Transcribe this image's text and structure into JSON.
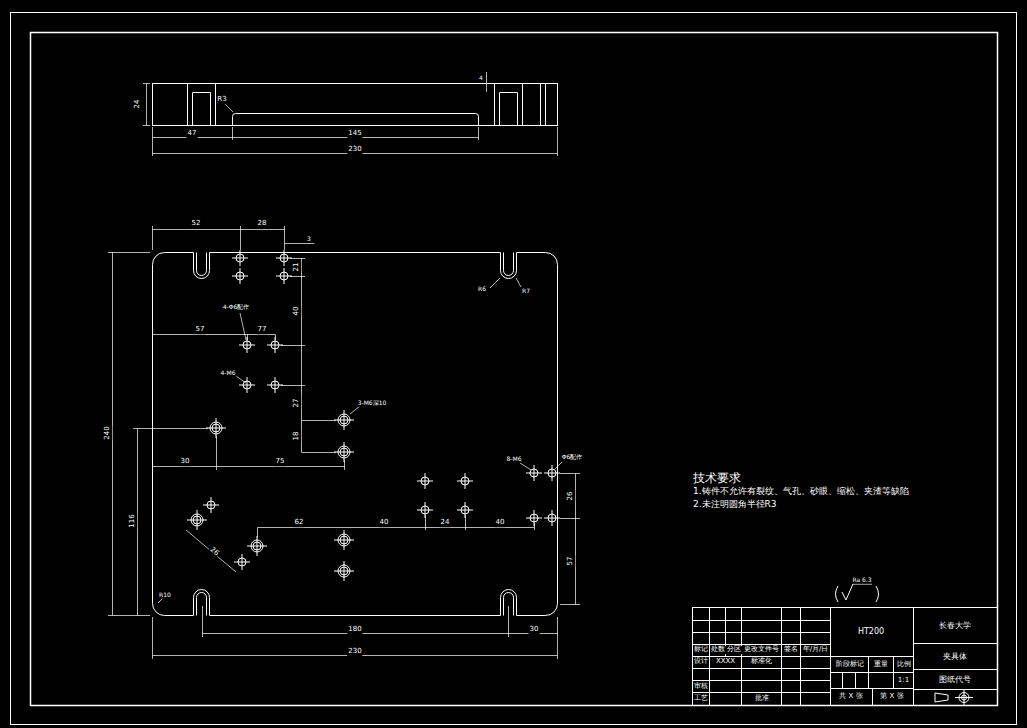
{
  "diagram": {
    "labels": [
      "24",
      "R3",
      "47",
      "145",
      "230",
      "4",
      "52",
      "28",
      "3",
      "21",
      "40",
      "4-Φ6配作",
      "57",
      "77",
      "4-M6",
      "27",
      "18",
      "3-M6深10",
      "240",
      "30",
      "75",
      "8-M6",
      "Φ6配作",
      "26",
      "116",
      "26",
      "62",
      "40",
      "24",
      "40",
      "57",
      "R10",
      "R6",
      "R7",
      "180",
      "30",
      "230",
      "技术要求",
      "1.铸件不允许有裂纹、气孔、砂眼、缩松、夹渣等缺陷",
      "2.未注明圆角半径R3",
      "Ra 6.3",
      "HT200",
      "长春大学",
      "夹具体",
      "图纸代号",
      "标记",
      "处数",
      "分区",
      "更改文件号",
      "签名",
      "年/月/日",
      "设计",
      "XXXX",
      "标准化",
      "阶段标记",
      "重量",
      "比例",
      "1:1",
      "审核",
      "工艺",
      "批准",
      "共 X 张",
      "第 X 张"
    ]
  }
}
